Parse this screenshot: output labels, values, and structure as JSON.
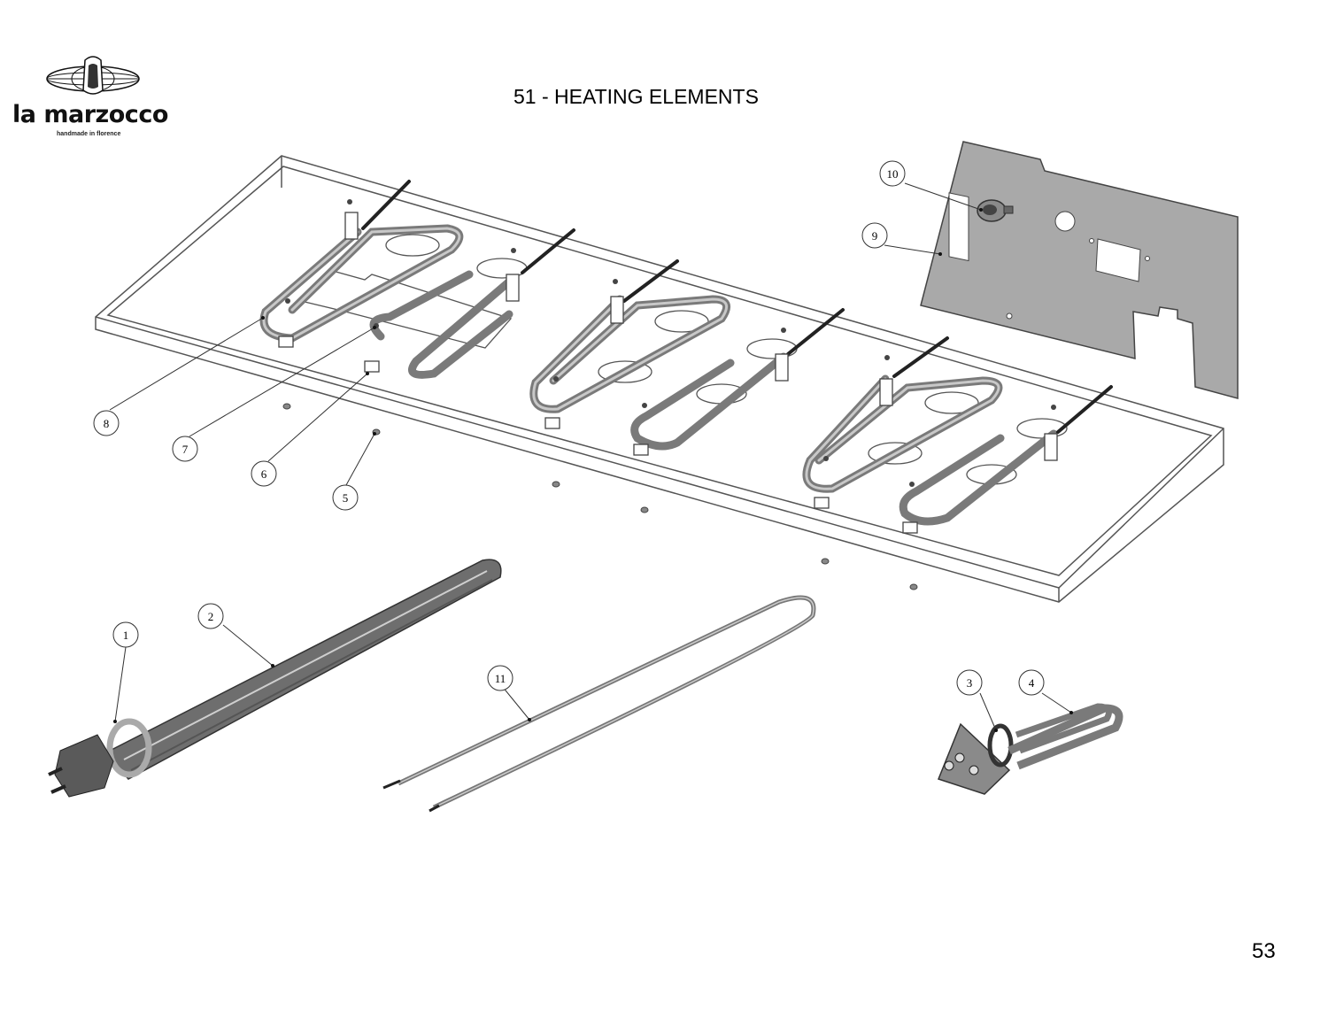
{
  "header": {
    "brand": "la marzocco",
    "tagline": "handmade in florence",
    "title": "51 - HEATING ELEMENTS"
  },
  "callouts": [
    "1",
    "2",
    "3",
    "4",
    "5",
    "6",
    "7",
    "8",
    "9",
    "10",
    "11"
  ],
  "footer": {
    "page_number": "53"
  },
  "colors": {
    "line": "#555555",
    "plate": "#a9a9a9",
    "element": "#7a7a7a",
    "tray": "#ffffff"
  }
}
